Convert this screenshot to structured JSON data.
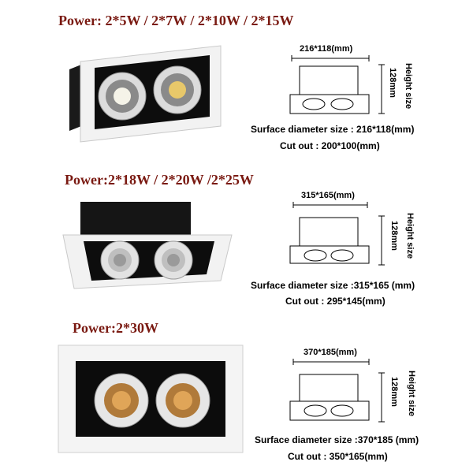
{
  "sections": [
    {
      "power": "Power:  2*5W / 2*7W / 2*10W / 2*15W",
      "width_dim": "216*118(mm)",
      "depth_dim": "128mm",
      "height_label": "Height size",
      "surface": "Surface diameter size : 216*118(mm)",
      "cutout": "Cut out : 200*100(mm)"
    },
    {
      "power": "Power:2*18W / 2*20W /2*25W",
      "width_dim": "315*165(mm)",
      "depth_dim": "128mm",
      "height_label": "Height size",
      "surface": "Surface diameter size :315*165  (mm)",
      "cutout": "Cut out : 295*145(mm)"
    },
    {
      "power": "Power:2*30W",
      "width_dim": "370*185(mm)",
      "depth_dim": "128mm",
      "height_label": "Height size",
      "surface": "Surface diameter size :370*185  (mm)",
      "cutout": "Cut out : 350*165(mm)"
    }
  ],
  "colors": {
    "power_text": "#7a1a12",
    "frame": "#f4f4f4",
    "housing": "#111111"
  }
}
